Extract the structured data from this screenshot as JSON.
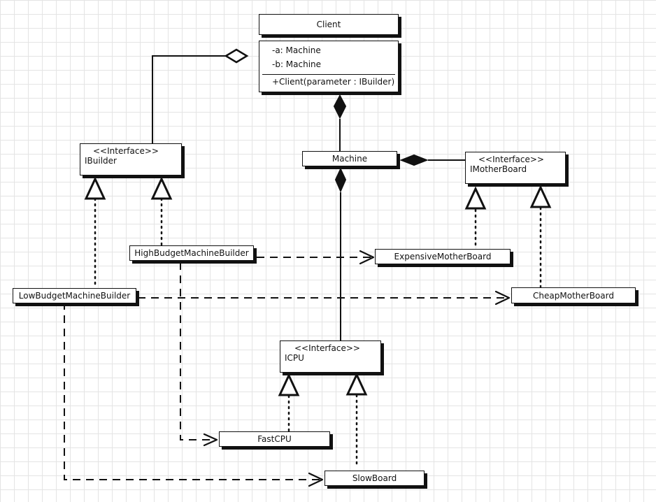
{
  "classes": {
    "client": {
      "name": "Client",
      "attributes": [
        "-a: Machine",
        "-b: Machine"
      ],
      "operation": "+Client(parameter : IBuilder)"
    },
    "ibuilder": {
      "stereotype": "<<Interface>>",
      "name": "IBuilder"
    },
    "machine": {
      "name": "Machine"
    },
    "imotherboard": {
      "stereotype": "<<Interface>>",
      "name": "IMotherBoard"
    },
    "high_budget_builder": {
      "name": "HighBudgetMachineBuilder"
    },
    "low_budget_builder": {
      "name": "LowBudgetMachineBuilder"
    },
    "expensive_motherboard": {
      "name": "ExpensiveMotherBoard"
    },
    "cheap_motherboard": {
      "name": "CheapMotherBoard"
    },
    "icpu": {
      "stereotype": "<<Interface>>",
      "name": "ICPU"
    },
    "fast_cpu": {
      "name": "FastCPU"
    },
    "slow_board": {
      "name": "SlowBoard"
    }
  },
  "relationships": [
    {
      "type": "aggregation",
      "from": "client",
      "to": "ibuilder"
    },
    {
      "type": "composition",
      "from": "client",
      "to": "machine"
    },
    {
      "type": "composition",
      "from": "machine",
      "to": "imotherboard"
    },
    {
      "type": "composition",
      "from": "machine",
      "to": "icpu"
    },
    {
      "type": "realization",
      "from": "high_budget_builder",
      "to": "ibuilder"
    },
    {
      "type": "realization",
      "from": "low_budget_builder",
      "to": "ibuilder"
    },
    {
      "type": "realization",
      "from": "expensive_motherboard",
      "to": "imotherboard"
    },
    {
      "type": "realization",
      "from": "cheap_motherboard",
      "to": "imotherboard"
    },
    {
      "type": "realization",
      "from": "fast_cpu",
      "to": "icpu"
    },
    {
      "type": "realization",
      "from": "slow_board",
      "to": "icpu"
    },
    {
      "type": "dependency",
      "from": "high_budget_builder",
      "to": "expensive_motherboard"
    },
    {
      "type": "dependency",
      "from": "high_budget_builder",
      "to": "fast_cpu"
    },
    {
      "type": "dependency",
      "from": "low_budget_builder",
      "to": "cheap_motherboard"
    },
    {
      "type": "dependency",
      "from": "low_budget_builder",
      "to": "slow_board"
    }
  ]
}
